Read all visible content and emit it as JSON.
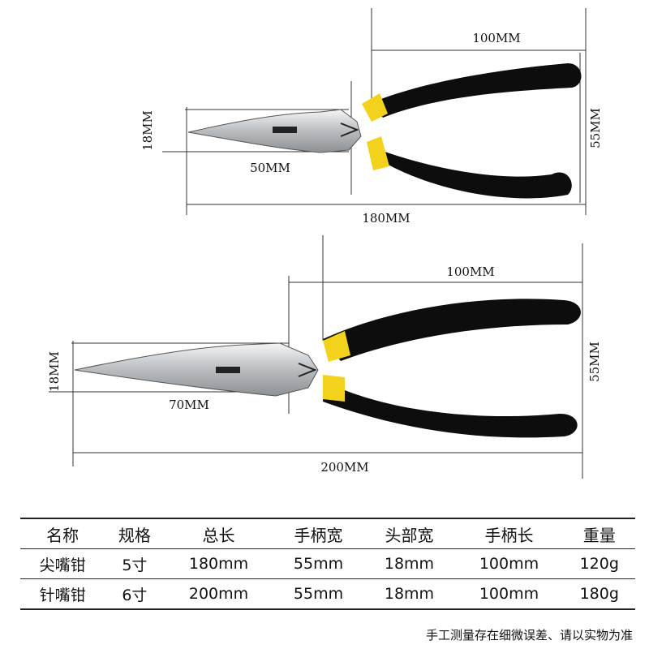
{
  "plier_top": {
    "dim_handle_length": "100MM",
    "dim_head_width": "18MM",
    "dim_handle_width": "55MM",
    "dim_nose_length": "50MM",
    "dim_total_length": "180MM"
  },
  "plier_bottom": {
    "dim_handle_length": "100MM",
    "dim_head_width": "18MM",
    "dim_handle_width": "55MM",
    "dim_nose_length": "70MM",
    "dim_total_length": "200MM"
  },
  "colors": {
    "grip": "#0d0d0d",
    "collar": "#f2d21a",
    "steel": "#cfd2d4"
  },
  "table": {
    "headers": [
      "名称",
      "规格",
      "总长",
      "手柄宽",
      "头部宽",
      "手柄长",
      "重量"
    ],
    "rows": [
      [
        "尖嘴钳",
        "5寸",
        "180mm",
        "55mm",
        "18mm",
        "100mm",
        "120g"
      ],
      [
        "针嘴钳",
        "6寸",
        "200mm",
        "55mm",
        "18mm",
        "100mm",
        "180g"
      ]
    ]
  },
  "note": "手工测量存在细微误差、请以实物为准"
}
